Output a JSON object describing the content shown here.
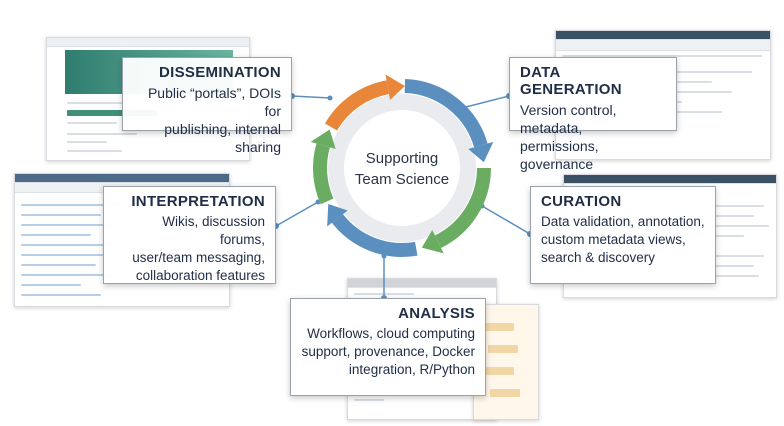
{
  "center": {
    "line1": "Supporting",
    "line2": "Team Science"
  },
  "stages": {
    "dissemination": {
      "title": "DISSEMINATION",
      "lines": [
        "Public “portals”, DOIs for",
        "publishing, internal sharing"
      ]
    },
    "data_generation": {
      "title": "DATA GENERATION",
      "lines": [
        "Version control, metadata,",
        "permissions, governance"
      ]
    },
    "interpretation": {
      "title": "INTERPRETATION",
      "lines": [
        "Wikis, discussion forums,",
        "user/team messaging,",
        "collaboration features"
      ]
    },
    "curation": {
      "title": "CURATION",
      "lines": [
        "Data validation, annotation,",
        "custom metadata views,",
        "search & discovery"
      ]
    },
    "analysis": {
      "title": "ANALYSIS",
      "lines": [
        "Workflows, cloud computing",
        "support, provenance, Docker",
        "integration, R/Python"
      ]
    }
  },
  "colors": {
    "orange": "#e8873a",
    "blue": "#5b8fbf",
    "green": "#6aad62",
    "ring": "#e9ebee",
    "connector": "#5b8fbf"
  }
}
